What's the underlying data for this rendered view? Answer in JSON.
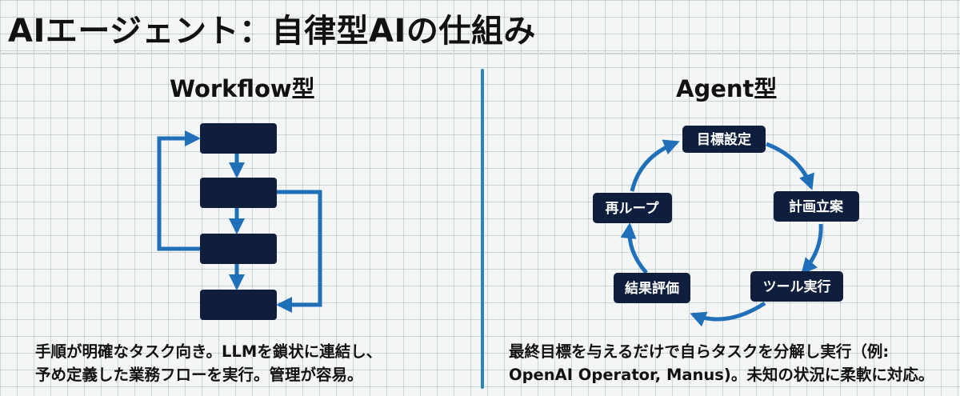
{
  "title": "AIエージェント：自律型AIの仕組み",
  "workflow": {
    "heading": "Workflow型",
    "caption_line1": "手順が明確なタスク向き。LLMを鎖状に連結し、",
    "caption_line2": "予め定義した業務フローを実行。管理が容易。"
  },
  "agent": {
    "heading": "Agent型",
    "cycle": [
      "目標設定",
      "計画立案",
      "ツール実行",
      "結果評価",
      "再ループ"
    ],
    "caption_line1": "最終目標を与えるだけで自らタスクを分解し実行（例:",
    "caption_line2": "OpenAI Operator, Manus)。未知の状況に柔軟に対応。"
  },
  "colors": {
    "node_fill": "#0f1e3c",
    "arrow": "#1f70b8",
    "divider": "#2a86b8"
  }
}
